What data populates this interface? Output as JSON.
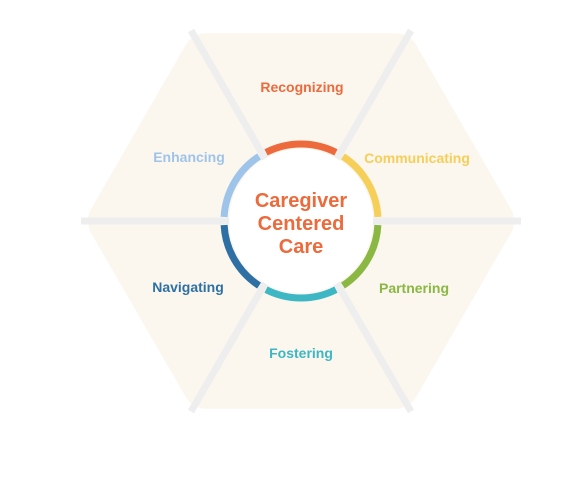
{
  "diagram": {
    "center": {
      "lines": [
        "Caregiver",
        "Centered",
        "Care"
      ],
      "color": "#ec6a3b"
    },
    "hexagon_fill": "#fbf6ee",
    "segments": [
      {
        "label": "Recognizing",
        "color": "#ec6a3b"
      },
      {
        "label": "Communicating",
        "color": "#f5cf58"
      },
      {
        "label": "Partnering",
        "color": "#8ab843"
      },
      {
        "label": "Fostering",
        "color": "#3eb7c5"
      },
      {
        "label": "Navigating",
        "color": "#2e70a4"
      },
      {
        "label": "Enhancing",
        "color": "#9fc4ea"
      }
    ]
  }
}
